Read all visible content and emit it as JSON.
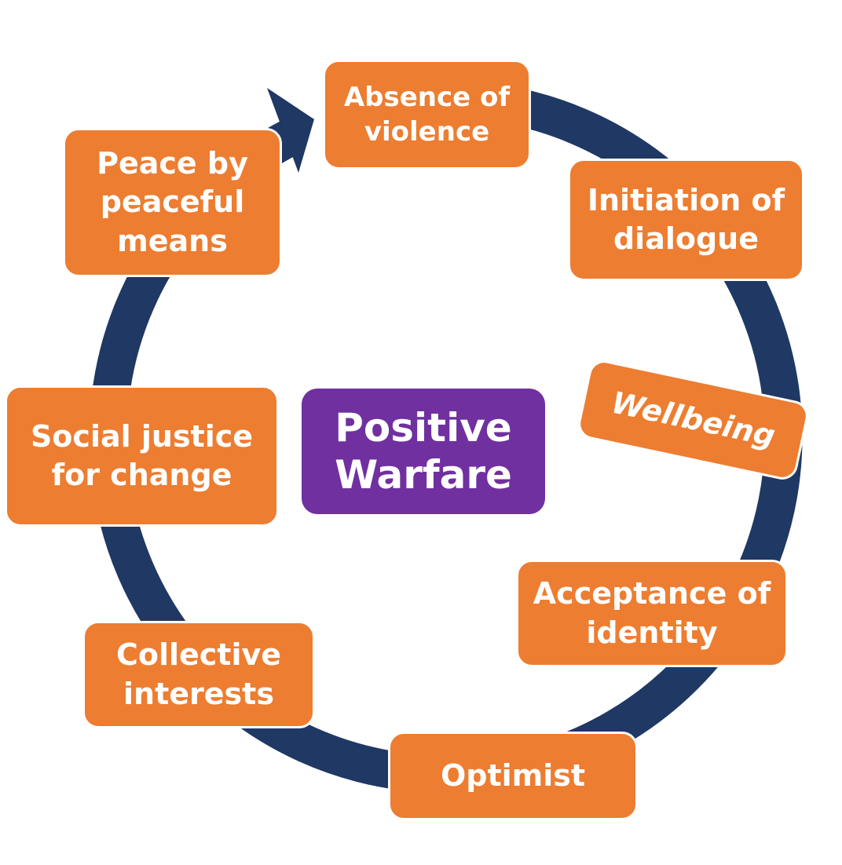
{
  "colors": {
    "ring": "#1F3864",
    "node_fill": "#ED7D31",
    "node_text": "#FFFFFF",
    "center_fill": "#7030A0",
    "background": "#FFFFFF"
  },
  "center": {
    "label": "Positive Warfare"
  },
  "cycle": {
    "direction": "clockwise",
    "nodes": [
      {
        "id": "absence",
        "label": "Absence of violence"
      },
      {
        "id": "initiation",
        "label": "Initiation of dialogue"
      },
      {
        "id": "wellbeing",
        "label": "Wellbeing"
      },
      {
        "id": "acceptance",
        "label": "Acceptance of identity"
      },
      {
        "id": "optimist",
        "label": "Optimist"
      },
      {
        "id": "collective",
        "label": "Collective interests"
      },
      {
        "id": "social",
        "label": "Social justice for change"
      },
      {
        "id": "peace",
        "label": "Peace by peaceful means"
      }
    ]
  }
}
